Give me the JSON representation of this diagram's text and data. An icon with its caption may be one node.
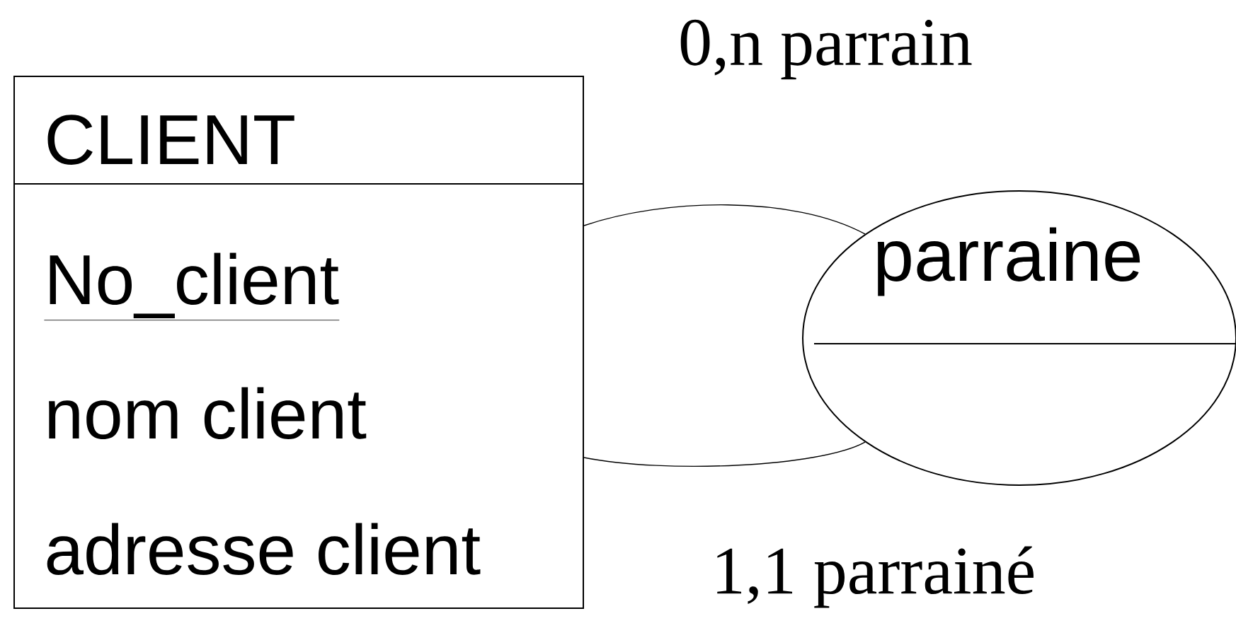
{
  "diagram": {
    "nodes": [
      {
        "text": [
          "CLIENT",
          "No_client",
          "nom client",
          "adresse client"
        ]
      },
      {
        "text": [
          "parraine"
        ]
      }
    ],
    "edges": [
      {
        "from": 0,
        "to": 1,
        "arrow": "none",
        "label": "0,n parrain"
      },
      {
        "from": 0,
        "to": 1,
        "arrow": "none",
        "label": "1,1 parrainé"
      }
    ]
  }
}
